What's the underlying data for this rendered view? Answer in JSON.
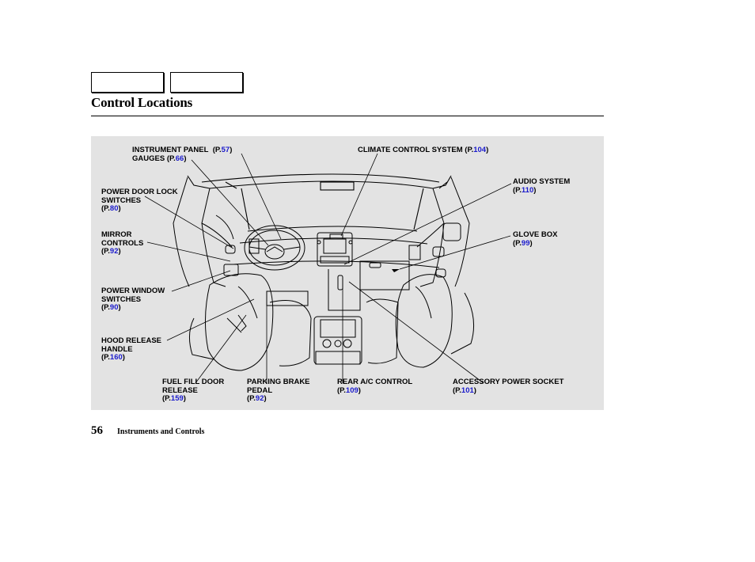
{
  "page": {
    "title": "Control Locations",
    "number": "56",
    "section": "Instruments and Controls"
  },
  "callouts": {
    "instrument_panel": {
      "label": "INSTRUMENT PANEL",
      "prefix": "(P.",
      "page": "57",
      "suffix": ")"
    },
    "gauges": {
      "label": "GAUGES",
      "prefix": "(P.",
      "page": "66",
      "suffix": ")"
    },
    "climate": {
      "label": "CLIMATE CONTROL SYSTEM",
      "prefix": "(P.",
      "page": "104",
      "suffix": ")"
    },
    "door_lock": {
      "line1": "POWER DOOR LOCK",
      "line2": "SWITCHES",
      "prefix": "(P.",
      "page": "80",
      "suffix": ")"
    },
    "audio": {
      "label": "AUDIO SYSTEM",
      "prefix": "(P.",
      "page": "110",
      "suffix": ")"
    },
    "mirror": {
      "line1": "MIRROR",
      "line2": "CONTROLS",
      "prefix": "(P.",
      "page": "92",
      "suffix": ")"
    },
    "glove": {
      "label": "GLOVE BOX",
      "prefix": "(P.",
      "page": "99",
      "suffix": ")"
    },
    "window": {
      "line1": "POWER WINDOW",
      "line2": "SWITCHES",
      "prefix": "(P.",
      "page": "90",
      "suffix": ")"
    },
    "hood": {
      "line1": "HOOD RELEASE",
      "line2": "HANDLE",
      "prefix": "(P.",
      "page": "160",
      "suffix": ")"
    },
    "fuel": {
      "line1": "FUEL FILL DOOR",
      "line2": "RELEASE",
      "prefix": "(P.",
      "page": "159",
      "suffix": ")"
    },
    "parking": {
      "line1": "PARKING BRAKE",
      "line2": "PEDAL",
      "prefix": "(P.",
      "page": "92",
      "suffix": ")"
    },
    "rear_ac": {
      "label": "REAR A/C CONTROL",
      "prefix": "(P.",
      "page": "109",
      "suffix": ")"
    },
    "accessory": {
      "label": "ACCESSORY POWER SOCKET",
      "prefix": "(P.",
      "page": "101",
      "suffix": ")"
    }
  }
}
